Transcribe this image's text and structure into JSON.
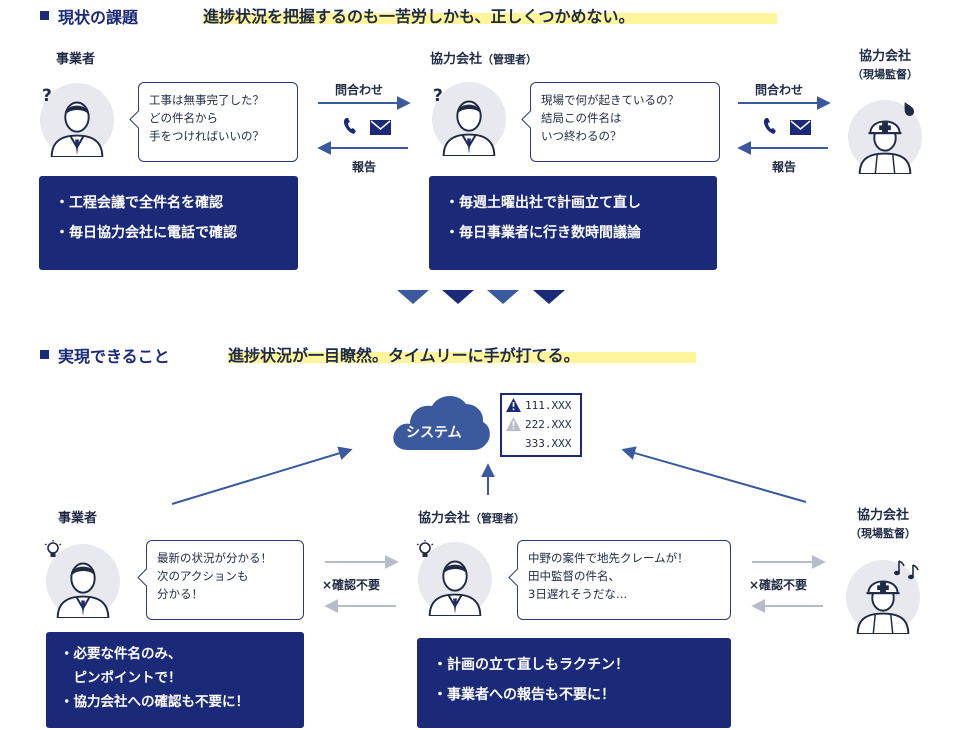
{
  "colors": {
    "navy": "#1b2a78",
    "highlight": "#fff59a",
    "arrow_blue": "#3b5a9e",
    "arrow_gray": "#b7bcc8",
    "circle": "#e8e9ee"
  },
  "section1": {
    "title": "現状の課題",
    "tagline": "進捗状況を把握するのも一苦労しかも、正しくつかめない。",
    "businessOwner": {
      "role": "事業者",
      "bubble": [
        "工事は無事完了した？",
        "どの件名から",
        "手をつければいいの？"
      ],
      "box": [
        "・工程会議で全件名を確認",
        "・毎日協力会社に電話で確認"
      ]
    },
    "manager": {
      "role": "協力会社",
      "role_sub": "（管理者）",
      "bubble": [
        "現場で何が起きているの？",
        "結局この件名は",
        "いつ終わるの？"
      ],
      "box": [
        "・毎週土曜出社で計画立て直し",
        "・毎日事業者に行き数時間議論"
      ]
    },
    "supervisor": {
      "role": "協力会社",
      "role_sub": "（現場監督）"
    },
    "arrow_inquiry": "問合わせ",
    "arrow_report": "報告"
  },
  "section2": {
    "title": "実現できること",
    "tagline": "進捗状況が一目瞭然。タイムリーに手が打てる。",
    "system_label": "システム",
    "system_items": [
      "111.XXX",
      "222.XXX",
      "333.XXX"
    ],
    "businessOwner": {
      "role": "事業者",
      "bubble": [
        "最新の状況が分かる！",
        "次のアクションも",
        "分かる！"
      ],
      "box": [
        "・必要な件名のみ、",
        "　ピンポイントで！",
        "・協力会社への確認も不要に！"
      ]
    },
    "manager": {
      "role": "協力会社",
      "role_sub": "（管理者）",
      "bubble": [
        "中野の案件で地先クレームが！",
        "田中監督の件名、",
        "3日遅れそうだな…"
      ],
      "box": [
        "・計画の立て直しもラクチン！",
        "・事業者への報告も不要に！"
      ]
    },
    "supervisor": {
      "role": "協力会社",
      "role_sub": "（現場監督）"
    },
    "no_confirm": "×確認不要"
  },
  "icons": {
    "question": "question-mark-icon",
    "bulb": "lightbulb-icon",
    "phone": "phone-icon",
    "mail": "mail-icon",
    "sweat": "sweat-drop-icon",
    "music": "music-note-icon",
    "warning": "warning-icon",
    "cloud": "cloud-icon",
    "chevron": "chevron-down-icon"
  }
}
